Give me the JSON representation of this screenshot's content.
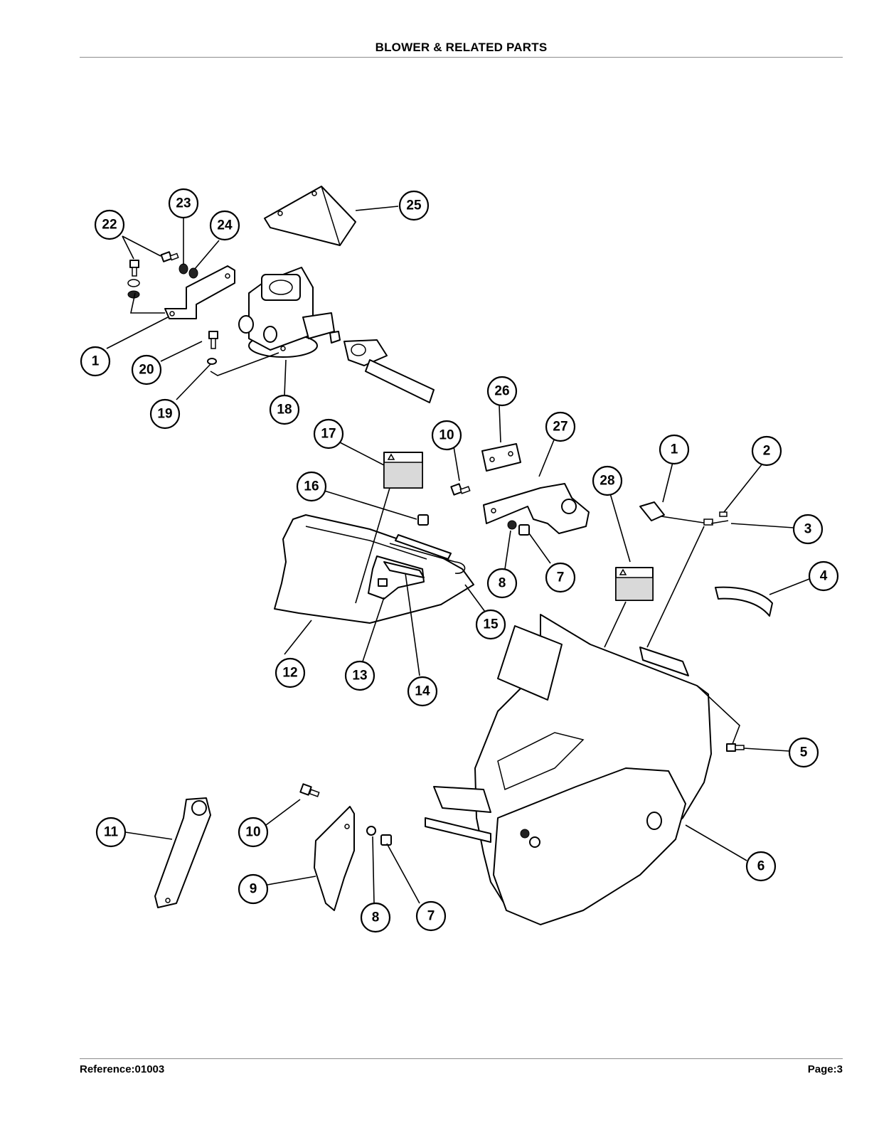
{
  "header": {
    "title": "BLOWER & RELATED PARTS"
  },
  "footer": {
    "reference": "Reference:01003",
    "page": "Page:3"
  },
  "callouts": [
    "1",
    "2",
    "3",
    "4",
    "5",
    "6",
    "7",
    "8",
    "9",
    "10",
    "11",
    "12",
    "13",
    "14",
    "15",
    "16",
    "17",
    "18",
    "19",
    "20",
    "22",
    "23",
    "24",
    "25",
    "26",
    "27",
    "28"
  ]
}
